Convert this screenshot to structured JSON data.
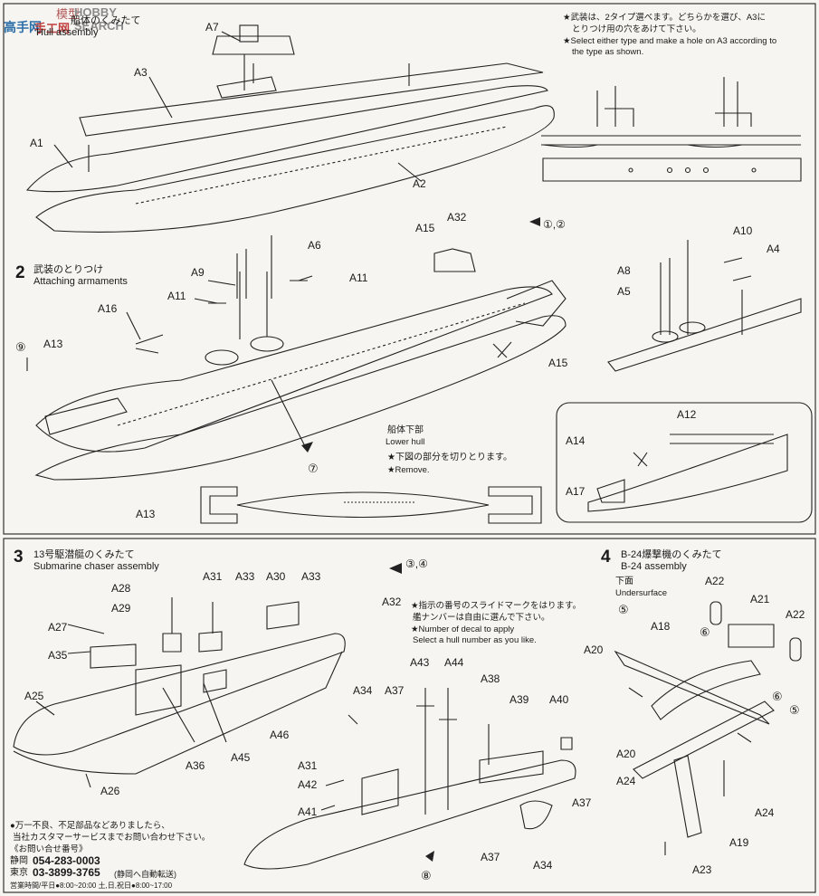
{
  "watermark": {
    "brand": "模型",
    "site": "HOBBY SEARCH",
    "line2": "高手网",
    "line3": "手工网"
  },
  "step1": {
    "title_jp": "船体のくみたて",
    "title_en": "Hull assembly"
  },
  "step1_note": {
    "jp1": "★武装は、2タイプ選べます。どちらかを選び、A3に",
    "jp2": "とりつけ用の穴をあけて下さい。",
    "en1": "★Select either type and make a hole on A3 according to",
    "en2": "the type as shown."
  },
  "step2": {
    "num": "2",
    "title_jp": "武装のとりつけ",
    "title_en": "Attaching armaments"
  },
  "lower_hull": {
    "jp": "船体下部",
    "en": "Lower hull"
  },
  "remove_note": {
    "jp": "★下図の部分を切りとります。",
    "en": "★Remove."
  },
  "step3": {
    "num": "3",
    "title_jp": "13号駆潜艇のくみたて",
    "title_en": "Submarine chaser assembly"
  },
  "decal_note": {
    "jp1": "★指示の番号のスライドマークをはります。",
    "jp2": "艦ナンバーは自由に選んで下さい。",
    "en1": "★Number of decal to apply",
    "en2": "Select a hull number as you like."
  },
  "step4": {
    "num": "4",
    "title_jp": "B-24爆撃機のくみたて",
    "title_en": "B-24 assembly"
  },
  "undersurface": {
    "jp": "下面",
    "en": "Undersurface"
  },
  "contact": {
    "l1": "●万一不良、不足部品などありましたら、",
    "l2": "当社カスタマーサービスまでお問い合わせ下さい。",
    "l3": "《お問い合せ番号》",
    "l4_city": "静岡",
    "l4_num": "054-283-0003",
    "l5_city": "東京",
    "l5_num": "03-3899-3765",
    "l5_note": "(静岡へ自動転送)",
    "l6": "営業時間/平日●8:00~20:00 土,日,祝日●8:00~17:00"
  },
  "decal_refs": {
    "d12": "①,②",
    "d34": "③,④",
    "d5": "⑤",
    "d6": "⑥",
    "d7": "⑦",
    "d8": "⑧",
    "d9": "⑨"
  },
  "labels": {
    "A1": "A1",
    "A2": "A2",
    "A3": "A3",
    "A4": "A4",
    "A5": "A5",
    "A6": "A6",
    "A7": "A7",
    "A8": "A8",
    "A9": "A9",
    "A10": "A10",
    "A11": "A11",
    "A12": "A12",
    "A13": "A13",
    "A14": "A14",
    "A15": "A15",
    "A16": "A16",
    "A17": "A17",
    "A18": "A18",
    "A19": "A19",
    "A20": "A20",
    "A21": "A21",
    "A22": "A22",
    "A23": "A23",
    "A24": "A24",
    "A25": "A25",
    "A26": "A26",
    "A27": "A27",
    "A28": "A28",
    "A29": "A29",
    "A30": "A30",
    "A31": "A31",
    "A32": "A32",
    "A33": "A33",
    "A34": "A34",
    "A35": "A35",
    "A36": "A36",
    "A37": "A37",
    "A38": "A38",
    "A39": "A39",
    "A40": "A40",
    "A41": "A41",
    "A42": "A42",
    "A43": "A43",
    "A44": "A44",
    "A45": "A45",
    "A46": "A46"
  }
}
